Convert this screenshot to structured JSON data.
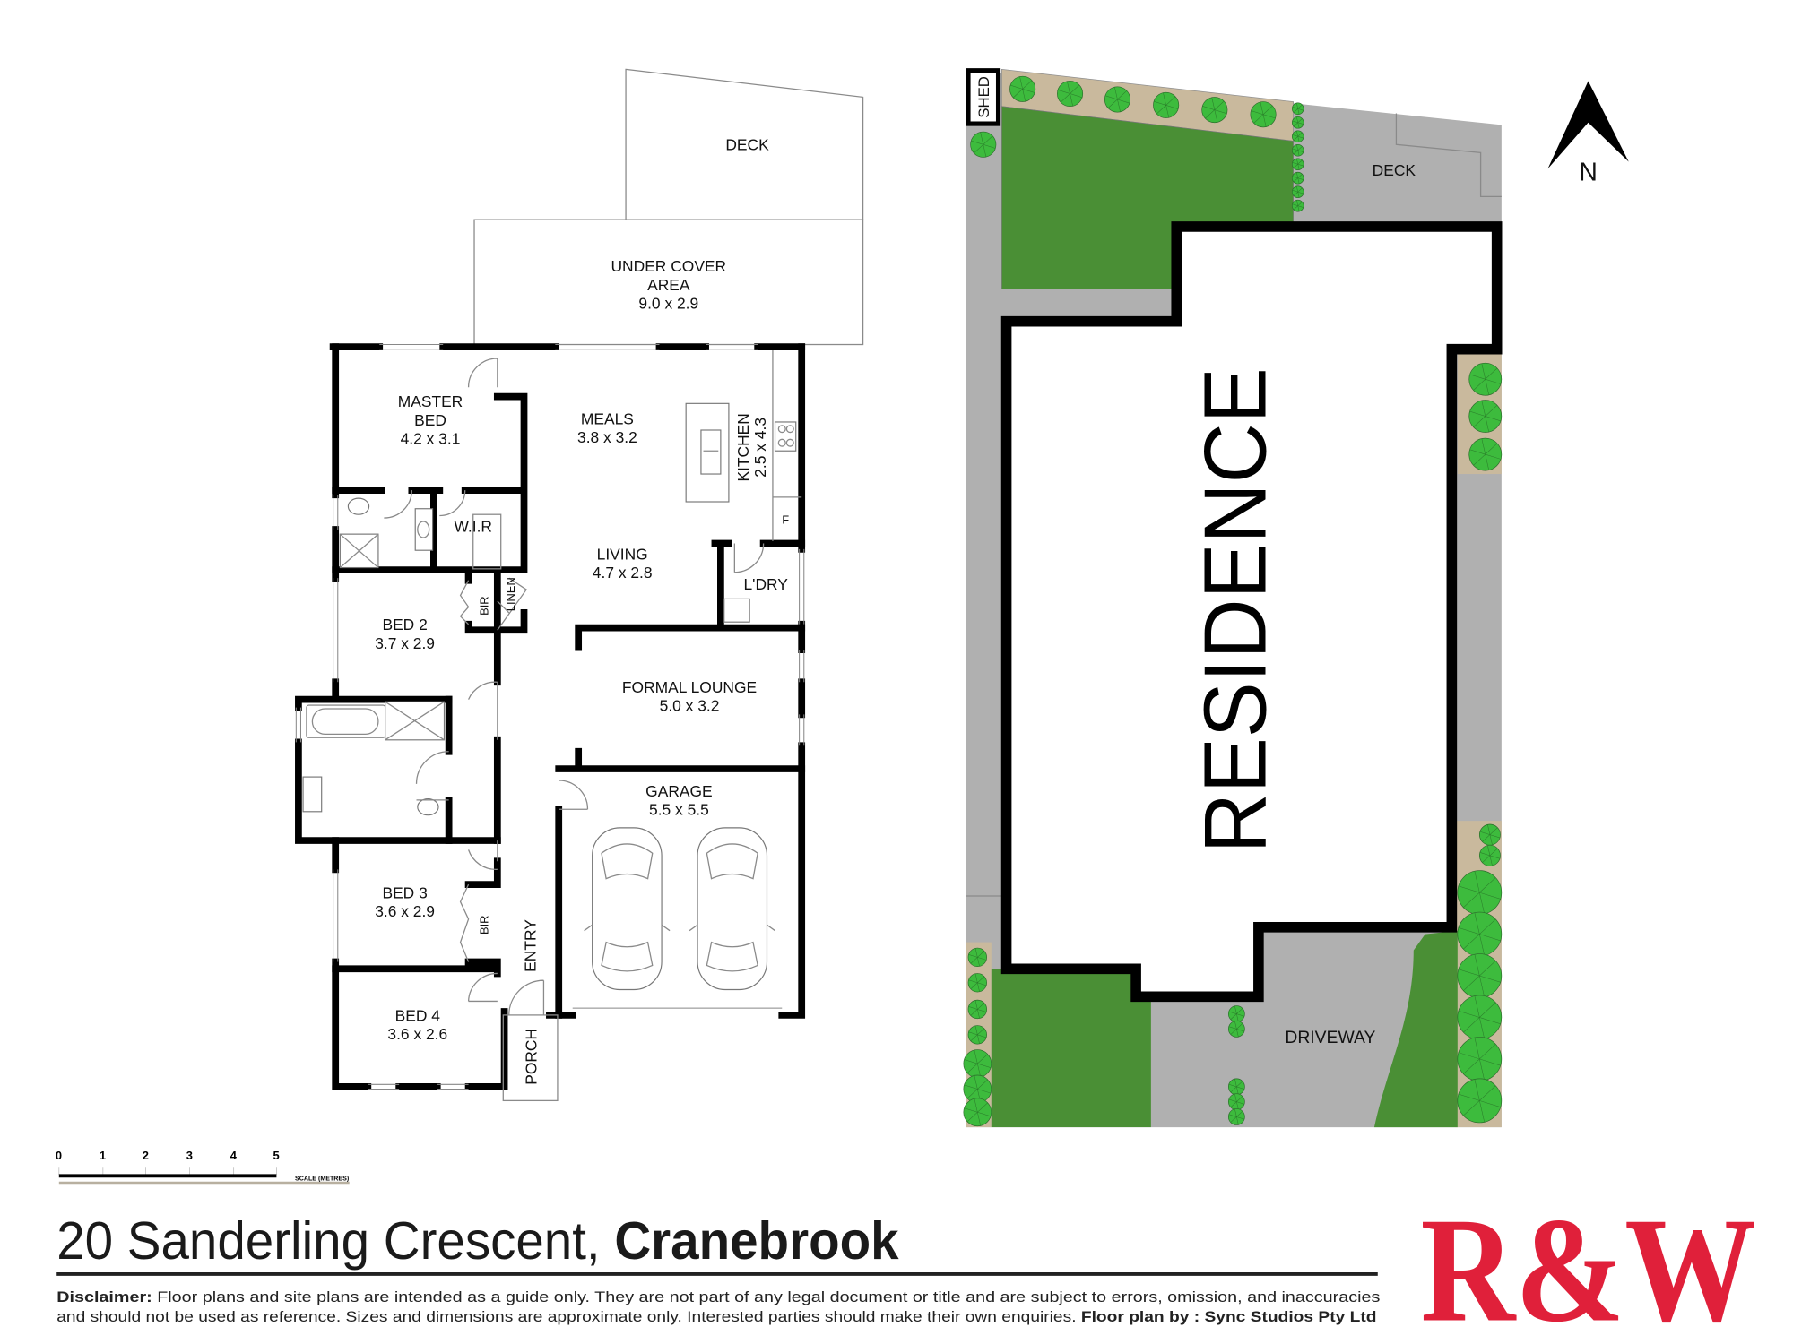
{
  "floor_plan": {
    "rooms": {
      "deck": {
        "name": "DECK"
      },
      "under_cover": {
        "name": "UNDER COVER",
        "name2": "AREA",
        "dims": "9.0 x 2.9"
      },
      "master": {
        "name": "MASTER",
        "name2": "BED",
        "dims": "4.2 x 3.1"
      },
      "meals": {
        "name": "MEALS",
        "dims": "3.8 x 3.2"
      },
      "kitchen": {
        "name": "KITCHEN",
        "dims": "2.5 x 4.3"
      },
      "fridge": {
        "name": "F"
      },
      "wir": {
        "name": "W.I.R"
      },
      "living": {
        "name": "LIVING",
        "dims": "4.7 x 2.8"
      },
      "laundry": {
        "name": "L'DRY"
      },
      "linen": {
        "name": "LINEN"
      },
      "bir": {
        "name": "BIR"
      },
      "bed2": {
        "name": "BED 2",
        "dims": "3.7 x 2.9"
      },
      "formal_lounge": {
        "name": "FORMAL LOUNGE",
        "dims": "5.0 x 3.2"
      },
      "garage": {
        "name": "GARAGE",
        "dims": "5.5 x 5.5"
      },
      "bed3": {
        "name": "BED 3",
        "dims": "3.6 x 2.9"
      },
      "entry": {
        "name": "ENTRY"
      },
      "bed4": {
        "name": "BED 4",
        "dims": "3.6 x 2.6"
      },
      "porch": {
        "name": "PORCH"
      }
    }
  },
  "site_plan": {
    "shed": "SHED",
    "deck": "DECK",
    "residence": "RESIDENCE",
    "driveway": "DRIVEWAY",
    "north": "N",
    "colors": {
      "lawn": "#4a8f35",
      "paving": "#b0b0b0",
      "garden_bed": "#c9b99d",
      "tree": "#3dbb3d"
    }
  },
  "scale_bar": {
    "ticks": [
      "0",
      "1",
      "2",
      "3",
      "4",
      "5"
    ],
    "label": "SCALE (METRES)"
  },
  "footer": {
    "address": "20 Sanderling Crescent, ",
    "suburb": "Cranebrook",
    "disclaimer_label": "Disclaimer:",
    "disclaimer_line1": " Floor plans and site plans are intended as a guide only. They are not part of any legal document or title and are subject to errors, omission, and inaccuracies",
    "disclaimer_line2": "and should not be used as reference. Sizes and dimensions are approximate only. Interested parties should make their own enquiries. ",
    "credit": "Floor plan by : Sync Studios Pty Ltd"
  },
  "logo": {
    "text": "R&W",
    "color": "#e0203a"
  }
}
